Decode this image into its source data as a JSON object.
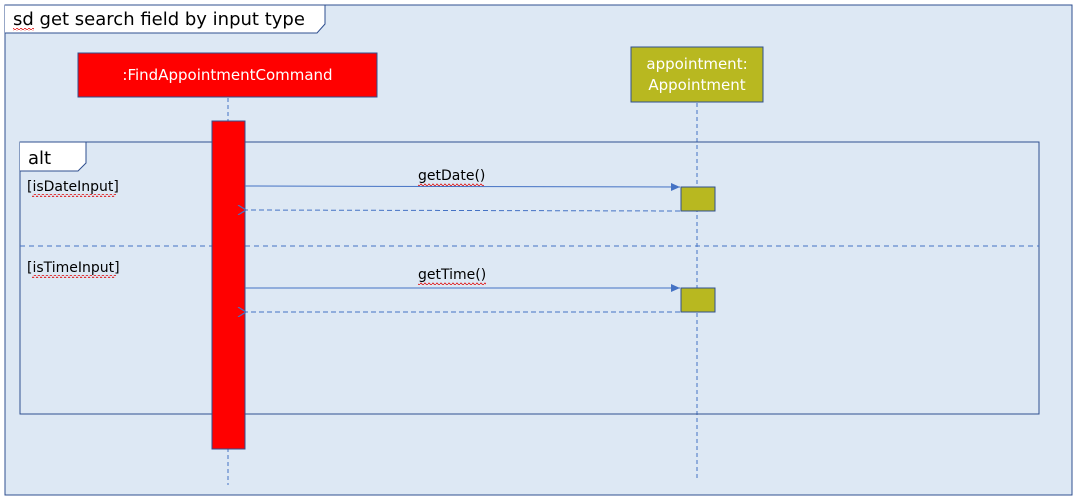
{
  "frame": {
    "title": "sd get search field by input type"
  },
  "lifelines": [
    {
      "label_lines": [
        ":FindAppointmentCommand"
      ],
      "color": "#ff0000"
    },
    {
      "label_lines": [
        "appointment:",
        "Appointment"
      ],
      "color": "#b8b820"
    }
  ],
  "alt": {
    "label": "alt",
    "guards": [
      "[isDateInput]",
      "[isTimeInput]"
    ]
  },
  "messages": [
    "getDate()",
    "getTime()"
  ],
  "colors": {
    "background": "#dde8f4",
    "border": "#2f4f8f",
    "arrow": "#4472c4",
    "spellcheck": "#e00000"
  }
}
